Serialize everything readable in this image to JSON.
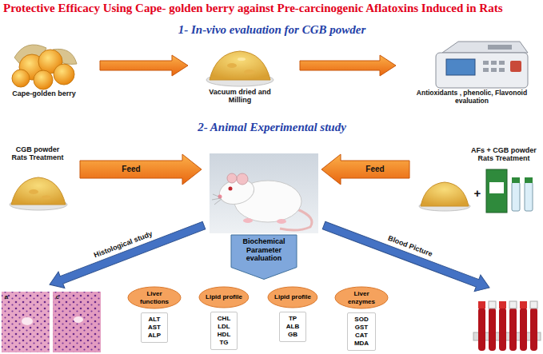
{
  "diagram": {
    "title": "Protective Efficacy Using Cape- golden berry against Pre-carcinogenic Aflatoxins Induced in Rats",
    "nodes": [
      {
        "text": [
          "Biochemical Parameter evaluation"
        ]
      },
      {
        "text": [
          "Liver functions"
        ]
      },
      {
        "text": [
          "Lipid profile"
        ]
      },
      {
        "text": [
          "Lipid profile"
        ]
      },
      {
        "text": [
          "Liver enzymes"
        ]
      },
      {
        "text": [
          "ALT AST ALP"
        ]
      },
      {
        "text": [
          "CHL LDL HDL TG"
        ]
      },
      {
        "text": [
          "TP ALB GB"
        ]
      },
      {
        "text": [
          "SOD GST CAT MDA"
        ]
      }
    ],
    "labels": [
      "1- In-vivo evaluation for CGB powder",
      "Cape-golden berry",
      "Vacuum dried and Milling",
      "Antioxidants , phenolic, Flavonoid evaluation",
      "2- Animal Experimental study",
      "CGB powder Rats Treatment",
      "Feed",
      "AFs + CGB powder Rats Treatment",
      "Feed",
      "Histological study",
      "Blood Picture",
      "+",
      "a",
      "c"
    ]
  }
}
